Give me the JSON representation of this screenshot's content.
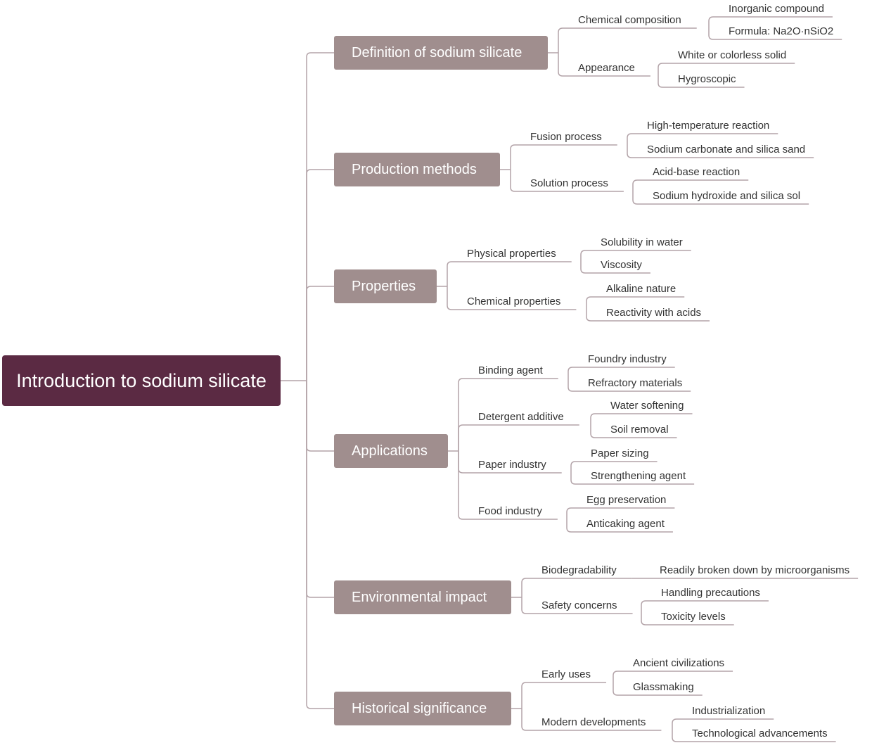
{
  "root": "Introduction to sodium silicate",
  "branches": [
    {
      "title": "Definition of sodium silicate",
      "children": [
        {
          "label": "Chemical composition",
          "leaves": [
            "Inorganic compound",
            "Formula: Na2O·nSiO2"
          ]
        },
        {
          "label": "Appearance",
          "leaves": [
            "White or colorless solid",
            "Hygroscopic"
          ]
        }
      ]
    },
    {
      "title": "Production methods",
      "children": [
        {
          "label": "Fusion process",
          "leaves": [
            "High-temperature reaction",
            "Sodium carbonate and silica sand"
          ]
        },
        {
          "label": "Solution process",
          "leaves": [
            "Acid-base reaction",
            "Sodium hydroxide and silica sol"
          ]
        }
      ]
    },
    {
      "title": "Properties",
      "children": [
        {
          "label": "Physical properties",
          "leaves": [
            "Solubility in water",
            "Viscosity"
          ]
        },
        {
          "label": "Chemical properties",
          "leaves": [
            "Alkaline nature",
            "Reactivity with acids"
          ]
        }
      ]
    },
    {
      "title": "Applications",
      "children": [
        {
          "label": "Binding agent",
          "leaves": [
            "Foundry industry",
            "Refractory materials"
          ]
        },
        {
          "label": "Detergent additive",
          "leaves": [
            "Water softening",
            "Soil removal"
          ]
        },
        {
          "label": "Paper industry",
          "leaves": [
            "Paper sizing",
            "Strengthening agent"
          ]
        },
        {
          "label": "Food industry",
          "leaves": [
            "Egg preservation",
            "Anticaking agent"
          ]
        }
      ]
    },
    {
      "title": "Environmental impact",
      "children": [
        {
          "label": "Biodegradability",
          "leaves": [
            "Readily broken down by microorganisms"
          ]
        },
        {
          "label": "Safety concerns",
          "leaves": [
            "Handling precautions",
            "Toxicity levels"
          ]
        }
      ]
    },
    {
      "title": "Historical significance",
      "children": [
        {
          "label": "Early uses",
          "leaves": [
            "Ancient civilizations",
            "Glassmaking"
          ]
        },
        {
          "label": "Modern developments",
          "leaves": [
            "Industrialization",
            "Technological advancements"
          ]
        }
      ]
    }
  ],
  "colors": {
    "root": "#5b2a43",
    "branch": "#a08e8e",
    "line": "#b3a3a8",
    "text": "#333333"
  }
}
